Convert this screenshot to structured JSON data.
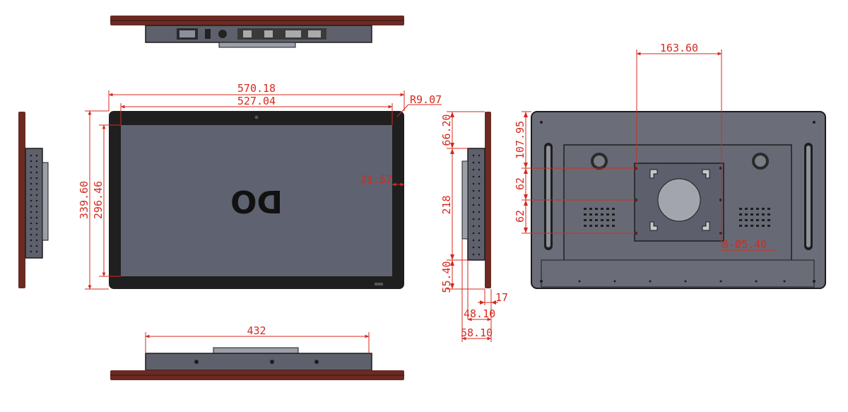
{
  "drawing": {
    "front_view": {
      "overall_width": "570.18",
      "screen_width": "527.04",
      "corner_radius": "R9.07",
      "overall_height": "339.60",
      "screen_height": "296.46",
      "bezel_offset": "21.57",
      "logo": "DO"
    },
    "side_view": {
      "top_offset": "66.20",
      "body_height": "218",
      "bottom_offset": "55.40",
      "bezel_depth": "17",
      "depth_a": "48.10",
      "depth_b": "58.10"
    },
    "back_view": {
      "vesa_width": "163.60",
      "vesa_top_offset": "107.95",
      "vesa_pitch_1": "62",
      "vesa_pitch_2": "62",
      "hole_spec": "8-Ø5.40"
    },
    "bottom_view": {
      "width": "432"
    }
  },
  "colors": {
    "dimension": "#d42a1e",
    "bezel": "#1f1f1f",
    "screen": "#5f6270",
    "rail": "#6b2a22"
  }
}
